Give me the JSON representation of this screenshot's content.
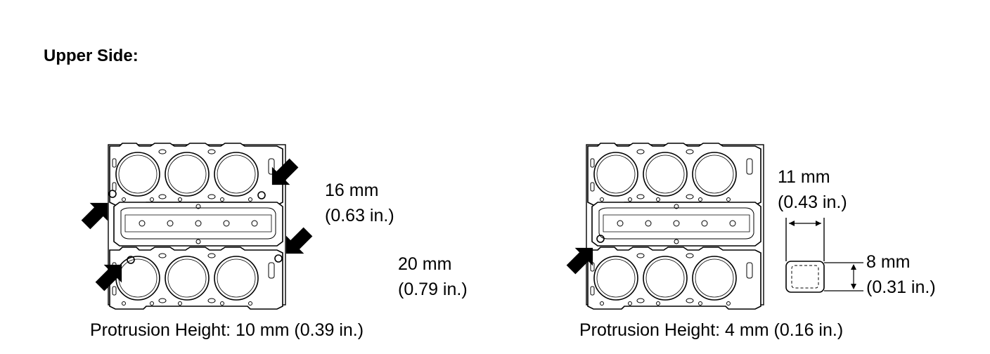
{
  "heading": "Upper Side:",
  "left_figure": {
    "measurement_a": {
      "metric": "16 mm",
      "imperial": "(0.63 in.)"
    },
    "measurement_b": {
      "metric": "20 mm",
      "imperial": "(0.79 in.)"
    },
    "caption": "Protrusion Height: 10 mm (0.39 in.)"
  },
  "right_figure": {
    "measurement_width": {
      "metric": "11 mm",
      "imperial": "(0.43 in.)"
    },
    "measurement_height": {
      "metric": "8 mm",
      "imperial": "(0.31 in.)"
    },
    "caption": "Protrusion Height: 4 mm (0.16 in.)"
  }
}
